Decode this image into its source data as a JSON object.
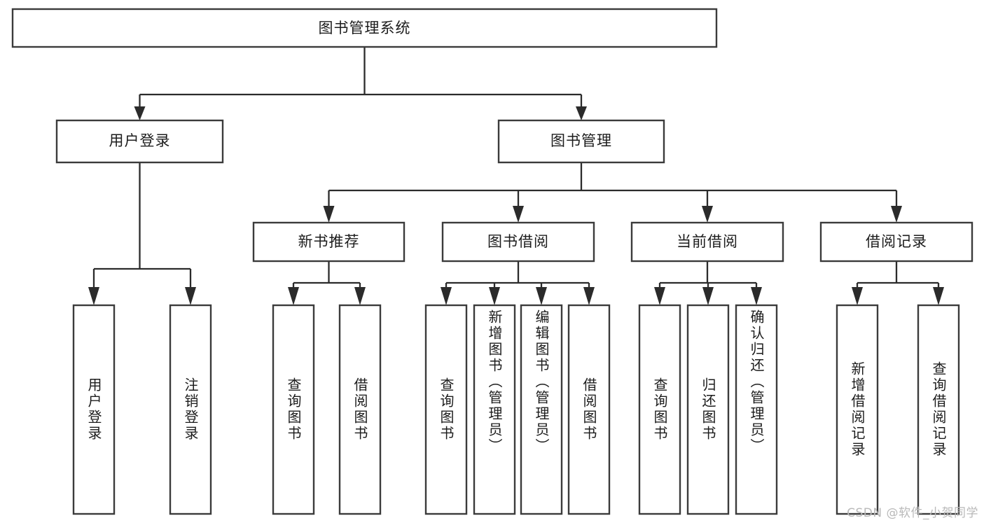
{
  "diagram": {
    "kind": "tree-hierarchy",
    "title": "图书管理系统",
    "watermark": "CSDN @软件_小贺同学",
    "colors": {
      "box_stroke": "#3b3b3b",
      "connector": "#2b2b2b",
      "text": "#1c1c1c",
      "background": "#ffffff",
      "watermark": "#b9b9b9"
    },
    "root": {
      "label": "图书管理系统"
    },
    "level2": [
      {
        "label": "用户登录"
      },
      {
        "label": "图书管理"
      }
    ],
    "level3": [
      {
        "label": "新书推荐"
      },
      {
        "label": "图书借阅"
      },
      {
        "label": "当前借阅"
      },
      {
        "label": "借阅记录"
      }
    ],
    "leaves": {
      "user_login": [
        {
          "label": "用户登录"
        },
        {
          "label": "注销登录"
        }
      ],
      "new_book": [
        {
          "label": "查询图书"
        },
        {
          "label": "借阅图书"
        }
      ],
      "book_borrow": [
        {
          "label": "查询图书"
        },
        {
          "label": "新增图书（管理员）"
        },
        {
          "label": "编辑图书（管理员）"
        },
        {
          "label": "借阅图书"
        }
      ],
      "current_borrow": [
        {
          "label": "查询图书"
        },
        {
          "label": "归还图书"
        },
        {
          "label": "确认归还（管理员）"
        }
      ],
      "borrow_record": [
        {
          "label": "新增借阅记录"
        },
        {
          "label": "查询借阅记录"
        }
      ]
    }
  }
}
